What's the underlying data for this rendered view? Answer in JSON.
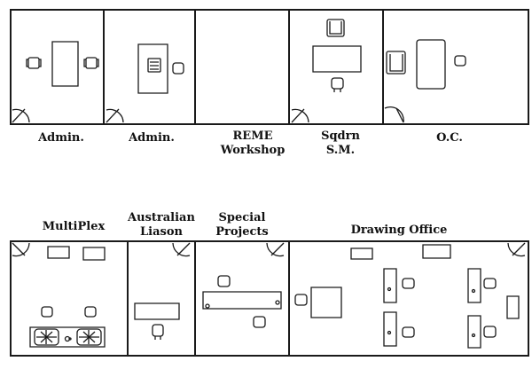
{
  "diagram": {
    "kind": "office floor plan",
    "line_color": "#1a1a1a",
    "background": "#ffffff"
  },
  "top_row": {
    "rooms": [
      {
        "id": "admin-1",
        "label_lines": [
          "Admin."
        ]
      },
      {
        "id": "admin-2",
        "label_lines": [
          "Admin."
        ]
      },
      {
        "id": "reme-workshop",
        "label_lines": [
          "REME",
          "Workshop"
        ]
      },
      {
        "id": "sqdrn-sm",
        "label_lines": [
          "Sqdrn",
          "S.M."
        ]
      },
      {
        "id": "oc",
        "label_lines": [
          "O.C."
        ]
      }
    ]
  },
  "bottom_row": {
    "rooms": [
      {
        "id": "multiplex",
        "label_lines": [
          "MultiPlex"
        ]
      },
      {
        "id": "australian-liason",
        "label_lines": [
          "Australian",
          "Liason"
        ]
      },
      {
        "id": "special-projects",
        "label_lines": [
          "Special",
          "Projects"
        ]
      },
      {
        "id": "drawing-office",
        "label_lines": [
          "Drawing Office"
        ]
      }
    ]
  }
}
